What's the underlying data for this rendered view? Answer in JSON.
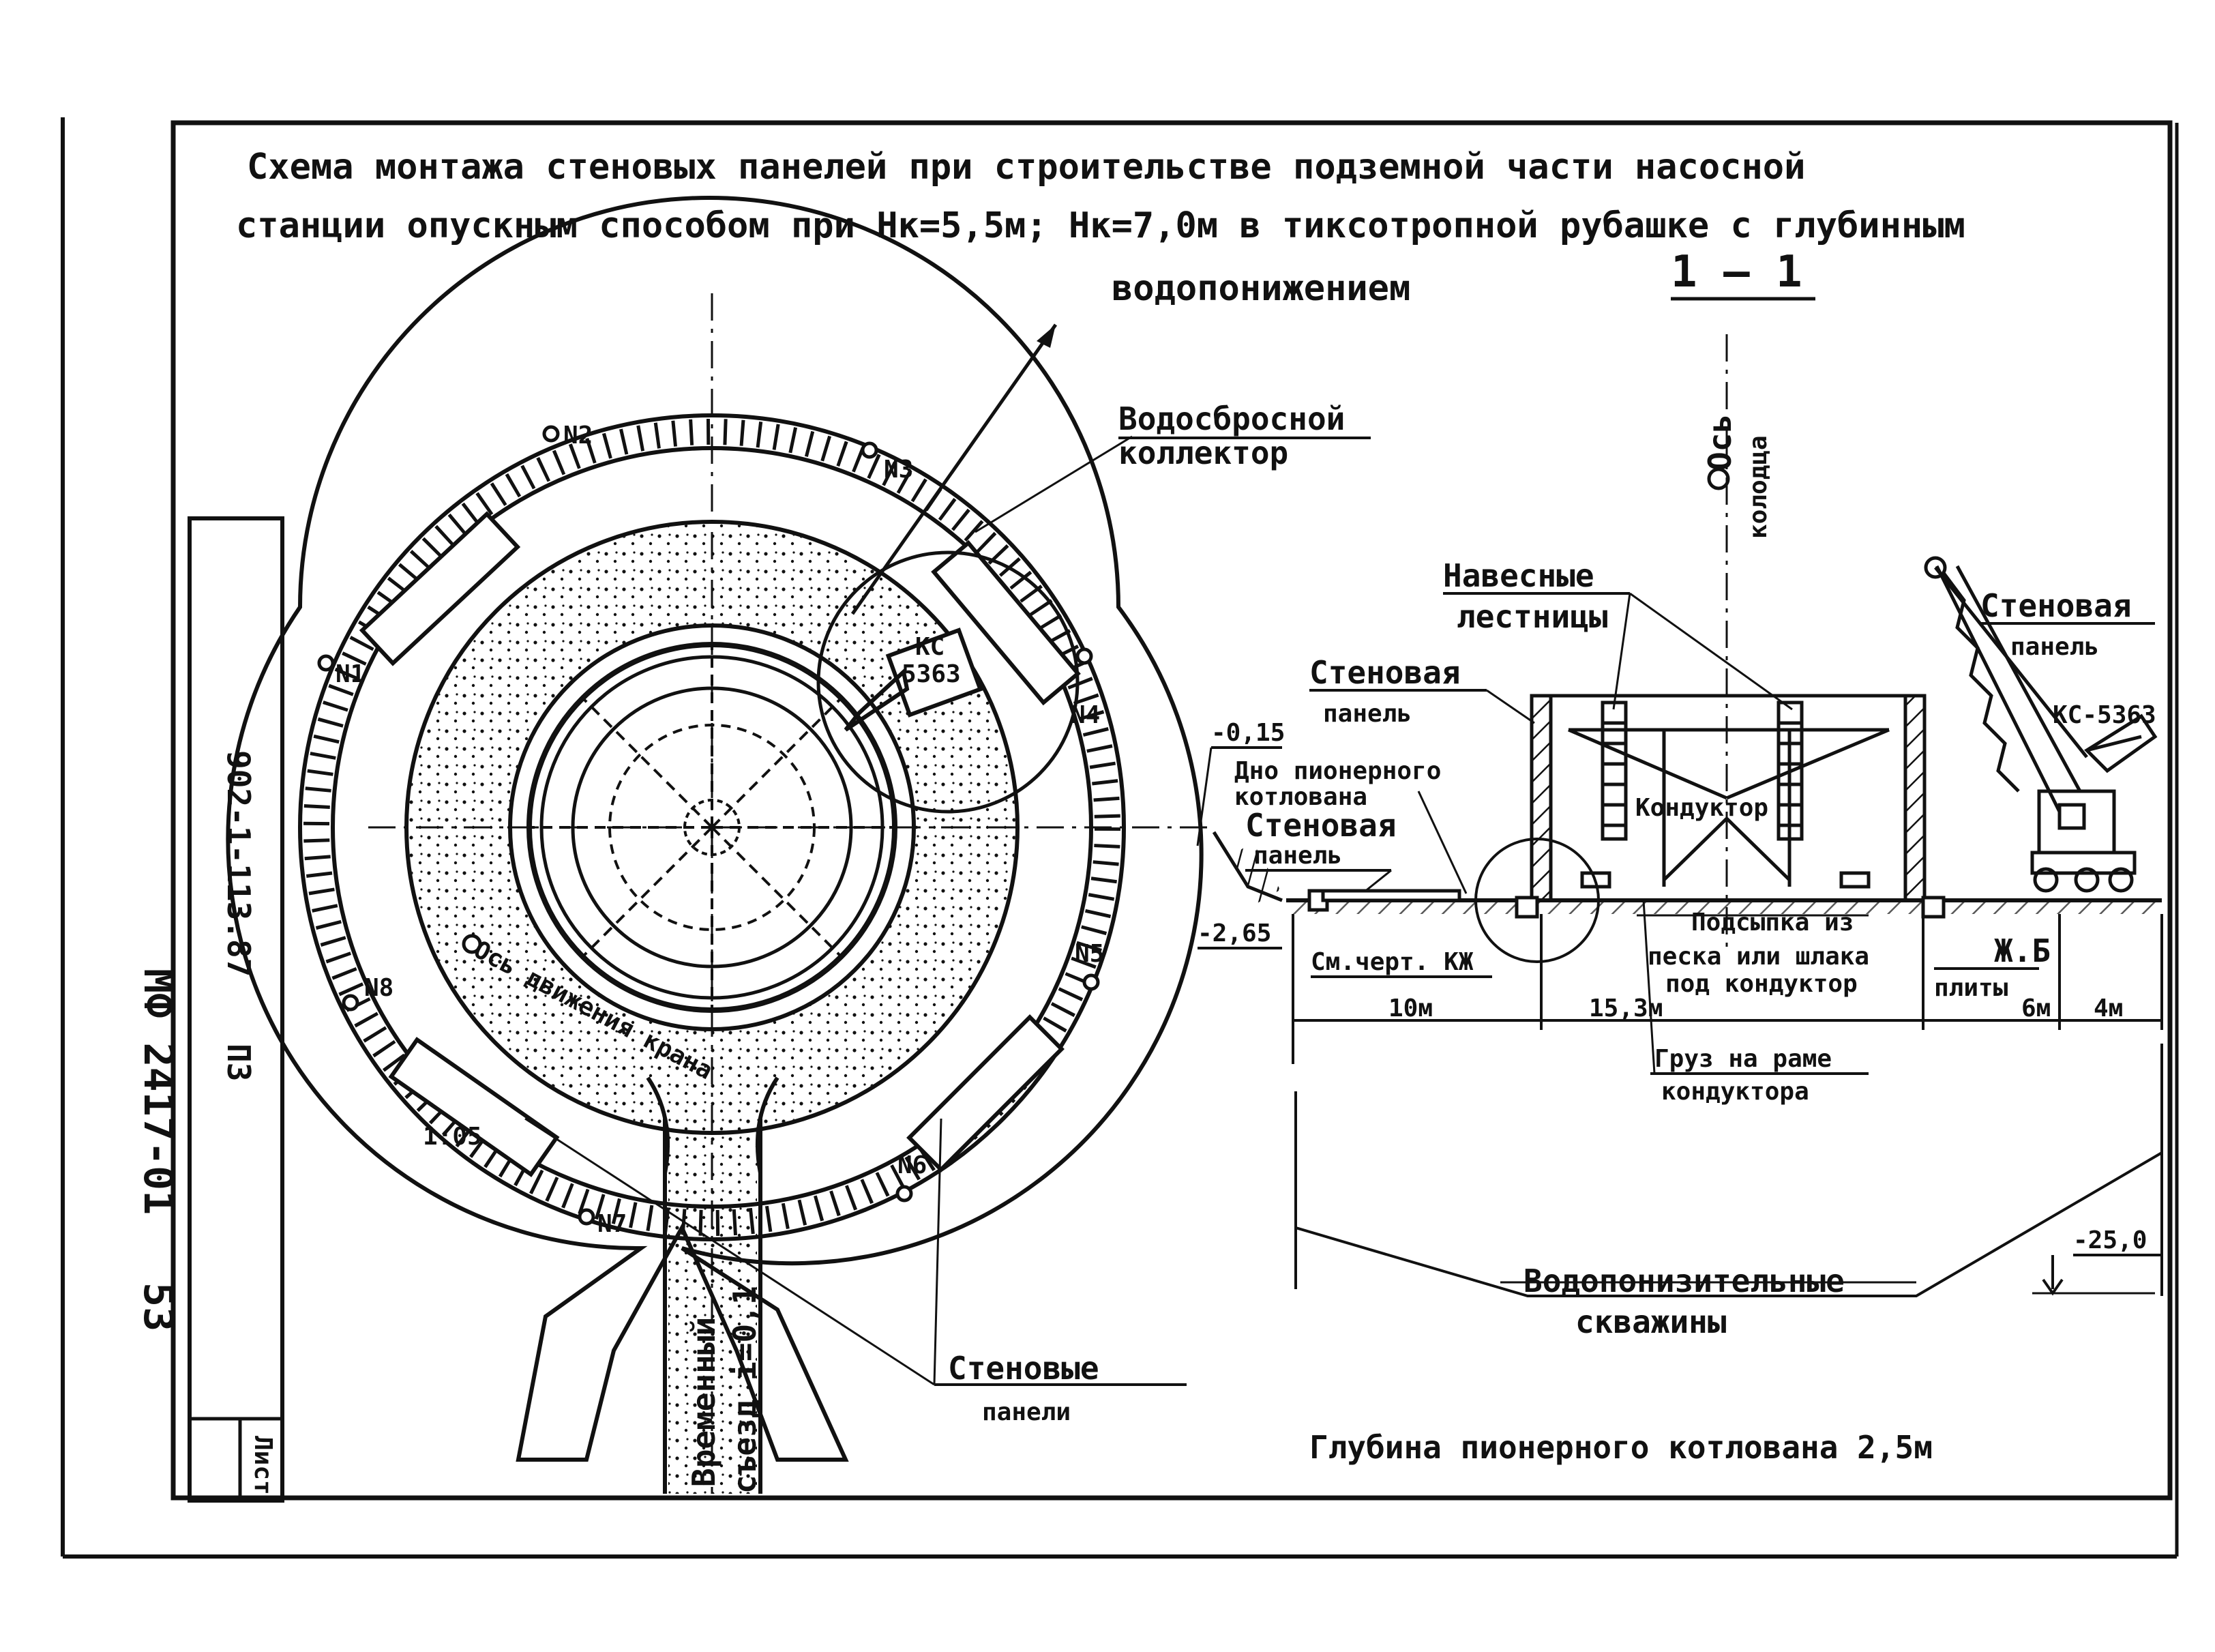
{
  "title": {
    "line1": "Схема монтажа стеновых панелей при строительстве подземной части насосной",
    "line2": "станции опускным способом при Hк=5,5м; Hк=7,0м в тиксотропной рубашке с глубинным",
    "line3": "водопонижением"
  },
  "section_mark": "1 — 1",
  "stamp": {
    "code": "902-1-113.87",
    "part": "ПЗ",
    "album": "МФ 2417-01",
    "sheet_no": "53",
    "sheet_label": "Лист"
  },
  "plan": {
    "wells": [
      "N1",
      "N2",
      "N3",
      "N4",
      "N5",
      "N6",
      "N7",
      "N8"
    ],
    "crane_label": "КС",
    "crane_model": "5363",
    "discharge_collector": [
      "Водосбросной",
      "коллектор"
    ],
    "crane_axis": "Ось движения крана",
    "slope": "1:05",
    "temp_exit": [
      "Временный",
      "съезд i=0,1"
    ],
    "wall_panels": [
      "Стеновые",
      "панели"
    ]
  },
  "section": {
    "well_axis": [
      "Ось",
      "колодца"
    ],
    "hanging_ladders": [
      "Навесные",
      "лестницы"
    ],
    "wall_panel_left": [
      "Стеновая",
      "панель"
    ],
    "wall_panel_right": [
      "Стеновая",
      "панель"
    ],
    "crane": "КС-5363",
    "level_top": "-0,15",
    "level_bottom": "-2,65",
    "pit_bottom": [
      "Дно пионерного",
      "котлована"
    ],
    "wall_panel_mid": [
      "Стеновая",
      "панель"
    ],
    "conductor": "Кондуктор",
    "see_drawing": "См.черт. КЖ",
    "fill": [
      "Подсыпка из",
      "песка или шлака",
      "под кондуктор"
    ],
    "slabs_mark": "Ж.Б",
    "slabs": "плиты",
    "dim_10": "10м",
    "dim_153": "15,3м",
    "dim_6": "6м",
    "dim_4": "4м",
    "load": [
      "Груз на раме",
      "кондуктора"
    ],
    "level_deep": "-25,0",
    "dewatering": [
      "Водопонизительные",
      "скважины"
    ],
    "depth_note": "Глубина пионерного котлована 2,5м"
  }
}
